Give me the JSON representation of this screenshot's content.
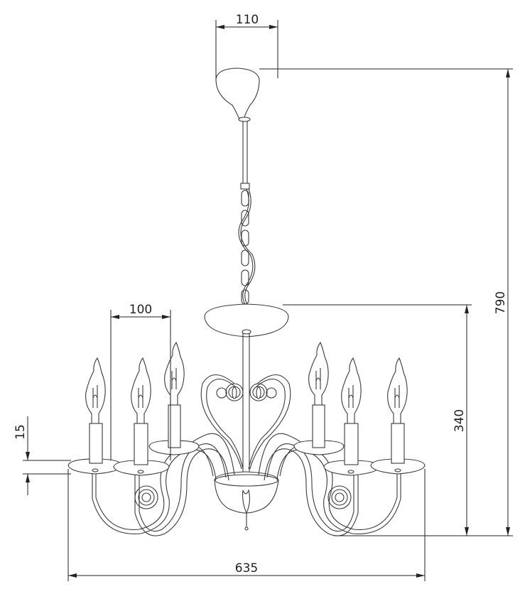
{
  "dimensions": {
    "canopy_width": "110",
    "total_height": "790",
    "candle_spacing": "100",
    "body_height": "340",
    "bobeche_height": "15",
    "total_width": "635"
  },
  "colors": {
    "line": "#3a3a3a",
    "dimension": "#222222",
    "background": "#ffffff"
  }
}
